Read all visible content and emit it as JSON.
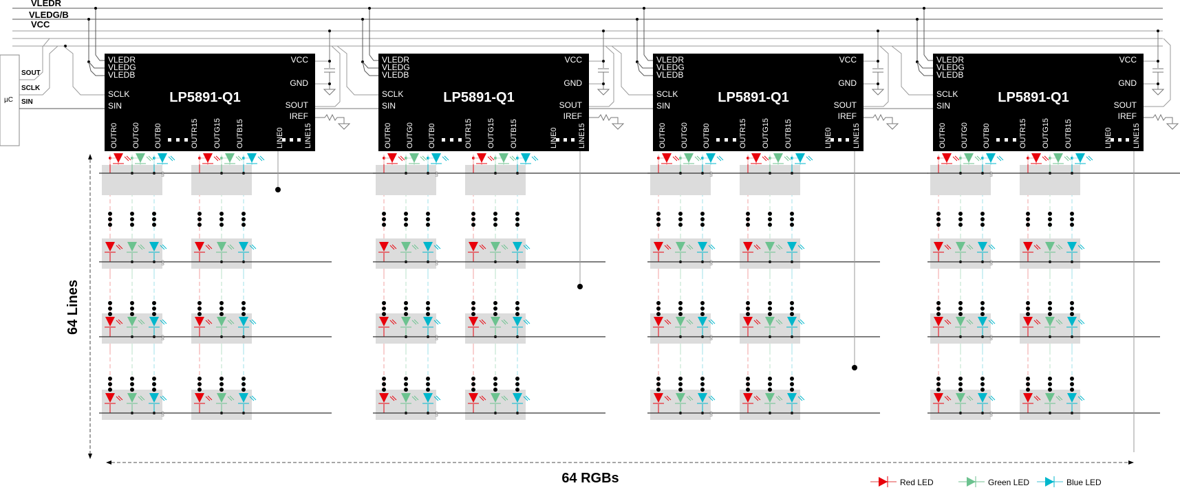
{
  "rails": [
    {
      "name": "VLEDR"
    },
    {
      "name": "VLEDG/B"
    },
    {
      "name": "VCC"
    }
  ],
  "mcu": {
    "label": "µC",
    "pins": [
      "SOUT",
      "SCLK",
      "SIN"
    ]
  },
  "chip": {
    "part_number": "LP5891-Q1",
    "count": 4,
    "left_pins": [
      "VLEDR",
      "VLEDG",
      "VLEDB",
      "SCLK",
      "SIN"
    ],
    "right_pins": [
      "VCC",
      "GND",
      "SOUT",
      "IREF"
    ],
    "bottom_pins": [
      "OUTR0",
      "OUTG0",
      "OUTB0",
      "OUTR15",
      "OUTG15",
      "OUTB15",
      "LINE0",
      "LINE15"
    ],
    "ellipsis": "■ ■ ■"
  },
  "matrix": {
    "rows_label": "64 Lines",
    "cols_label": "64 RGBs",
    "visible_rows": 4,
    "groups_per_chip": 2
  },
  "legend": [
    {
      "label": "Red LED",
      "color": "#e8000b"
    },
    {
      "label": "Green LED",
      "color": "#6cc28f"
    },
    {
      "label": "Blue LED",
      "color": "#00b7cc"
    }
  ],
  "colors": {
    "red": "#e8000b",
    "green": "#6cc28f",
    "blue": "#00b7cc",
    "red_light": "#f0a0a0",
    "green_light": "#b8e0c8",
    "blue_light": "#9fe0ea",
    "chip_fill": "#000000",
    "pixel_bg": "#dcdcdc",
    "wire": "#808080",
    "line_wire": "#333333"
  }
}
